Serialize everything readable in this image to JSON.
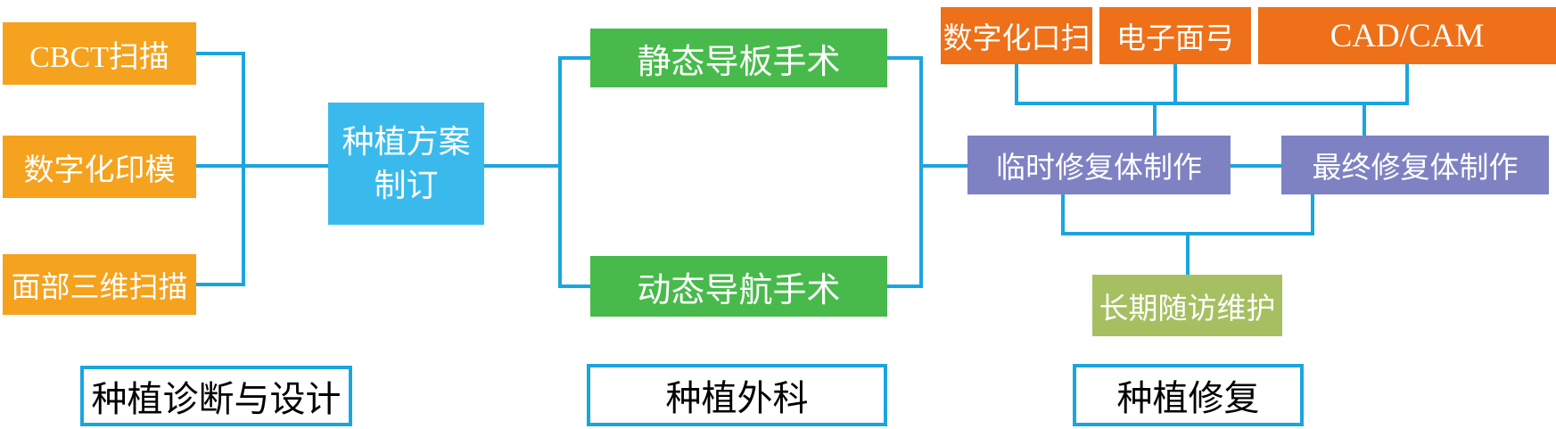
{
  "diagram": {
    "description": "Digital dental implant workflow flowchart",
    "colors": {
      "amber": "#F5A21E",
      "orange": "#EE7018",
      "blue": "#3ABAEC",
      "green": "#47BA4B",
      "purple": "#7E82C3",
      "olive": "#A6BF61",
      "connector": "#1BA5DF",
      "stage_border": "#1BA5DF",
      "stage_text": "#000000",
      "node_text": "#FFFFFF"
    },
    "nodes": {
      "cbct_scan": {
        "label": "CBCT扫描"
      },
      "digital_impression": {
        "label": "数字化印模"
      },
      "facial_3d_scan": {
        "label": "面部三维扫描"
      },
      "implant_plan": {
        "label": "种植方案\n制订"
      },
      "static_guide_surgery": {
        "label": "静态导板手术"
      },
      "dynamic_nav_surgery": {
        "label": "动态导航手术"
      },
      "digital_oral_scan": {
        "label": "数字化口扫"
      },
      "electronic_facebow": {
        "label": "电子面弓"
      },
      "cad_cam": {
        "label": "CAD/CAM"
      },
      "temporary_restoration": {
        "label": "临时修复体制作"
      },
      "final_restoration": {
        "label": "最终修复体制作"
      },
      "long_term_followup": {
        "label": "长期随访维护"
      }
    },
    "stages": {
      "diagnosis_design": {
        "label": "种植诊断与设计"
      },
      "surgery": {
        "label": "种植外科"
      },
      "restoration": {
        "label": "种植修复"
      }
    }
  }
}
